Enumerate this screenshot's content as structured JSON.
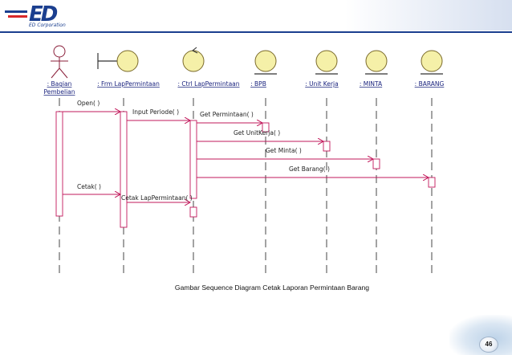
{
  "header": {
    "logo_mark": "ED",
    "logo_subtitle": "ED Corporation"
  },
  "diagram": {
    "participants": [
      {
        "id": "bagian",
        "label_line1": ": Bagian",
        "label_line2": "Pembelian",
        "kind": "actor"
      },
      {
        "id": "frm",
        "label_line1": ": Frm LapPermintaan",
        "label_line2": "",
        "kind": "boundary"
      },
      {
        "id": "ctrl",
        "label_line1": ": Ctrl LapPermintaan",
        "label_line2": "",
        "kind": "control"
      },
      {
        "id": "bpb",
        "label_line1": ": BPB",
        "label_line2": "",
        "kind": "entity"
      },
      {
        "id": "unit",
        "label_line1": ": Unit Kerja",
        "label_line2": "",
        "kind": "entity"
      },
      {
        "id": "minta",
        "label_line1": ": MINTA",
        "label_line2": "",
        "kind": "entity"
      },
      {
        "id": "barang",
        "label_line1": ": BARANG",
        "label_line2": "",
        "kind": "entity"
      }
    ],
    "messages": [
      {
        "label": "Open( )",
        "from": "bagian",
        "to": "frm"
      },
      {
        "label": "Input Periode( )",
        "from": "frm",
        "to": "ctrl"
      },
      {
        "label": "Get Permintaan( )",
        "from": "ctrl",
        "to": "bpb"
      },
      {
        "label": "Get UnitKerja( )",
        "from": "ctrl",
        "to": "unit"
      },
      {
        "label": "Get Minta( )",
        "from": "ctrl",
        "to": "minta"
      },
      {
        "label": "Get Barang( )",
        "from": "ctrl",
        "to": "barang"
      },
      {
        "label": "Cetak( )",
        "from": "bagian",
        "to": "frm"
      },
      {
        "label": "Cetak LapPermintaan( )",
        "from": "frm",
        "to": "ctrl"
      }
    ]
  },
  "caption": "Gambar Sequence Diagram Cetak Laporan Permintaan Barang",
  "page_number": "46",
  "colors": {
    "participant_fill": "#f5f0a8",
    "participant_stroke": "#7a6a2a",
    "lifeline": "#333333",
    "message_arrow": "#c2185b",
    "activation_fill": "#ffffff",
    "activation_stroke": "#c2185b",
    "label_text": "#1a237e",
    "brand_blue": "#1b3f8f",
    "brand_red": "#d8282a"
  }
}
